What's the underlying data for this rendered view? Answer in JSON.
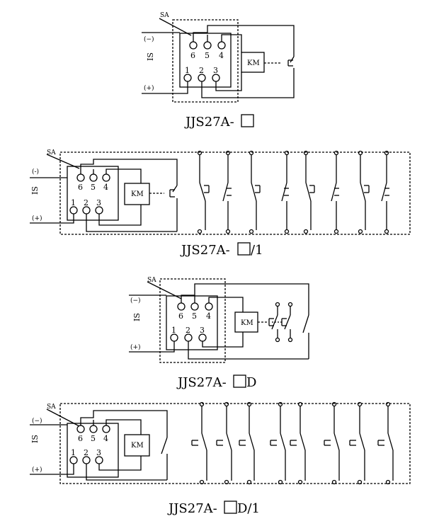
{
  "diagrams": [
    {
      "caption": "JJS27A-",
      "suffix": "",
      "labels": {
        "sa": "SA",
        "minus": "(−)",
        "plus": "(+)",
        "side": "IS",
        "km": "KM"
      },
      "terminals_top": [
        "6",
        "5",
        "4"
      ],
      "terminals_bottom": [
        "1",
        "2",
        "3"
      ]
    },
    {
      "caption": "JJS27A-",
      "suffix": "/1",
      "labels": {
        "sa": "SA",
        "minus": "(-)",
        "plus": "(+)",
        "side": "IS",
        "km": "KM"
      },
      "terminals_top": [
        "6",
        "5",
        "4"
      ],
      "terminals_bottom": [
        "1",
        "2",
        "3"
      ]
    },
    {
      "caption": "JJS27A-",
      "suffix": "D",
      "labels": {
        "sa": "SA",
        "minus": "(−)",
        "plus": "(+)",
        "side": "IS",
        "km": "KM"
      },
      "terminals_top": [
        "6",
        "5",
        "4"
      ],
      "terminals_bottom": [
        "1",
        "2",
        "3"
      ]
    },
    {
      "caption": "JJS27A-",
      "suffix": "D/1",
      "labels": {
        "sa": "SA",
        "minus": "(−)",
        "plus": "(+)",
        "side": "IS",
        "km": "KM"
      },
      "terminals_top": [
        "6",
        "5",
        "4"
      ],
      "terminals_bottom": [
        "1",
        "2",
        "3"
      ]
    }
  ]
}
